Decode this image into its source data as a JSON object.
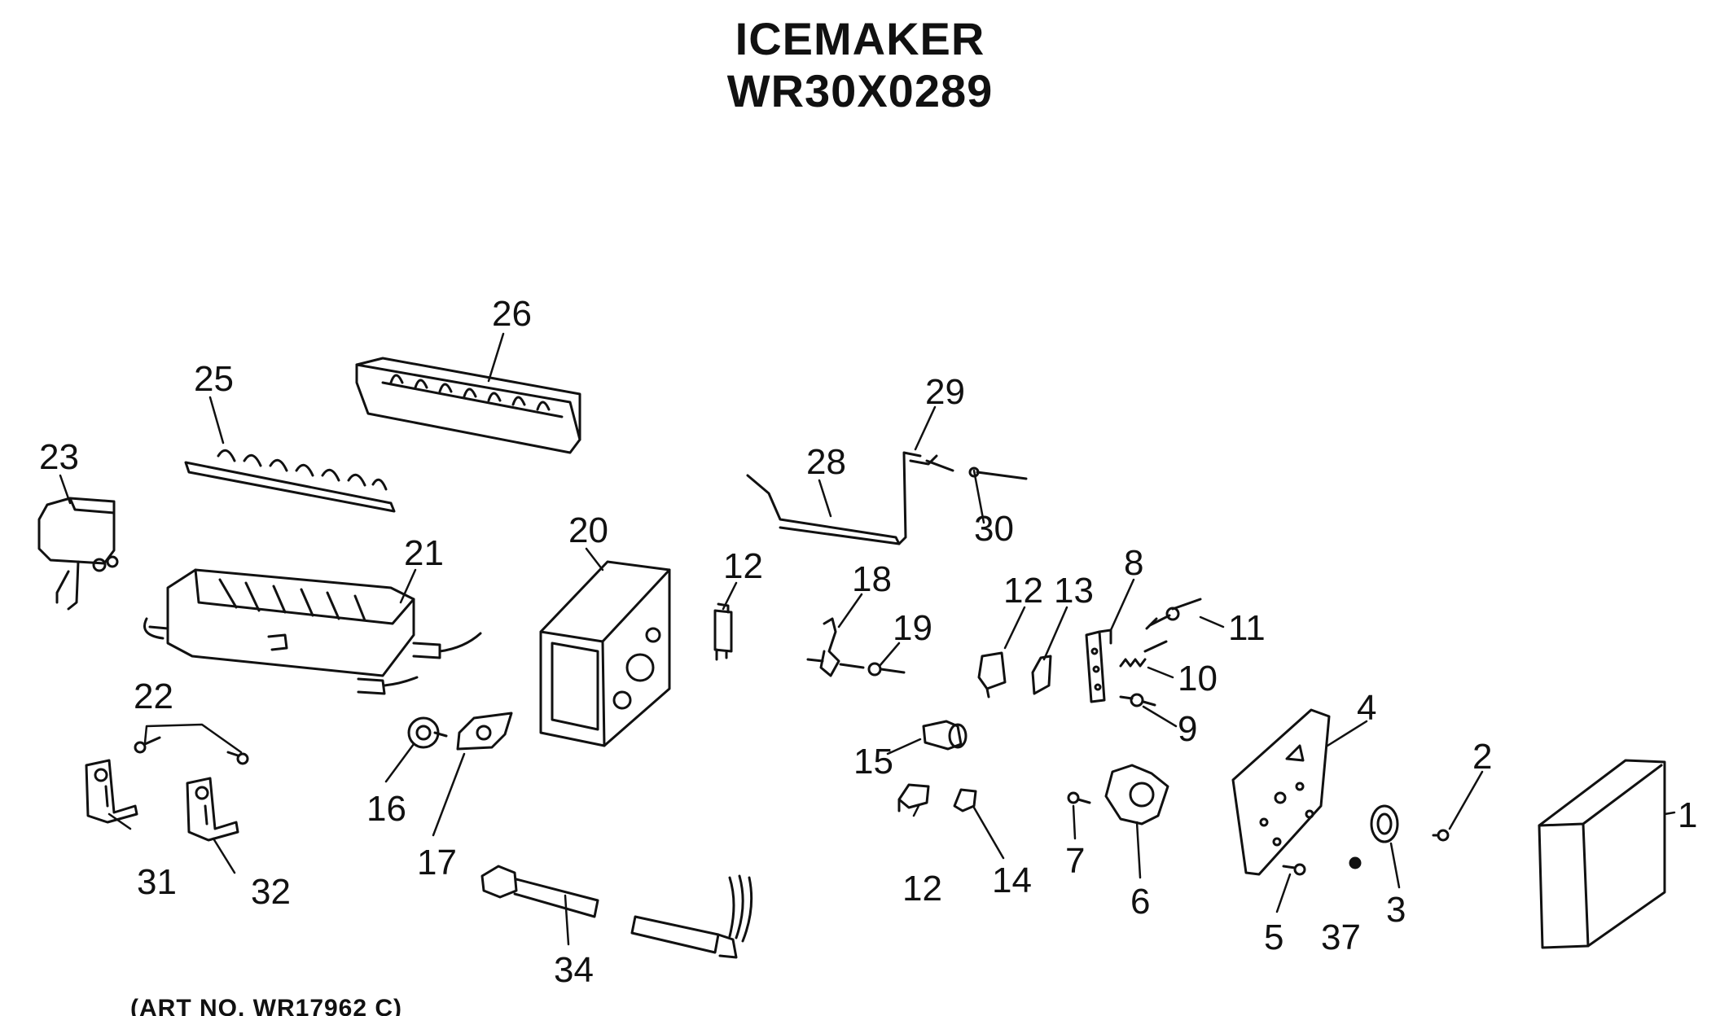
{
  "header": {
    "title": "ICEMAKER",
    "model": "WR30X0289"
  },
  "footer": {
    "art_no": "(ART NO. WR17962 C)"
  },
  "callouts": {
    "c1": "1",
    "c2": "2",
    "c3": "3",
    "c4": "4",
    "c5": "5",
    "c6": "6",
    "c7": "7",
    "c8": "8",
    "c9": "9",
    "c10": "10",
    "c11": "11",
    "c12a": "12",
    "c12b": "12",
    "c12c": "12",
    "c13": "13",
    "c14": "14",
    "c15": "15",
    "c16": "16",
    "c17": "17",
    "c18": "18",
    "c19": "19",
    "c20": "20",
    "c21": "21",
    "c22": "22",
    "c23": "23",
    "c25": "25",
    "c26": "26",
    "c28": "28",
    "c29": "29",
    "c30": "30",
    "c31": "31",
    "c32": "32",
    "c34": "34",
    "c37": "37"
  }
}
